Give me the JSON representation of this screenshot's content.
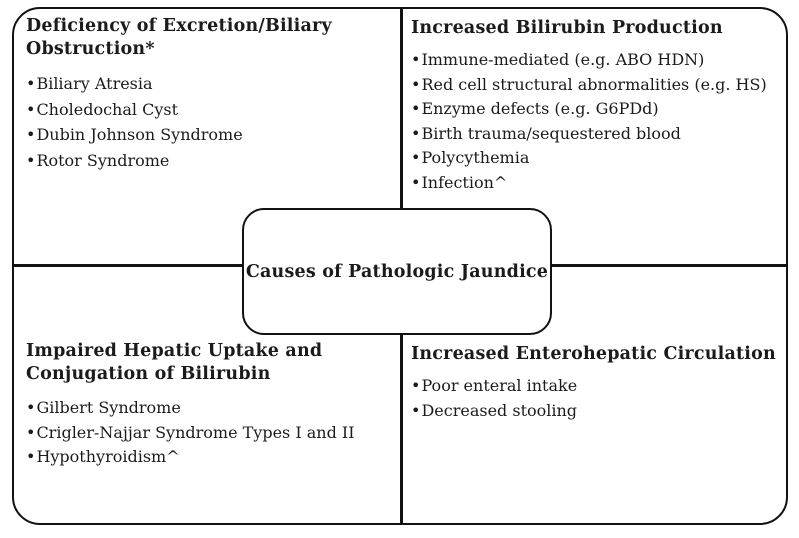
{
  "diagram": {
    "bullet_char": "•",
    "colors": {
      "border": "#121212",
      "background": "#ffffff",
      "text": "#1b1b1b"
    },
    "center": {
      "title": "Causes of Pathologic Jaundice"
    },
    "quadrants": {
      "top_left": {
        "title": "Deficiency of Excretion/Biliary Obstruction*",
        "items": [
          "Biliary Atresia",
          "Choledochal Cyst",
          "Dubin Johnson Syndrome",
          "Rotor Syndrome"
        ]
      },
      "top_right": {
        "title": "Increased Bilirubin Production",
        "items": [
          "Immune-mediated (e.g. ABO HDN)",
          "Red cell structural abnormalities (e.g. HS)",
          "Enzyme defects (e.g. G6PDd)",
          "Birth trauma/sequestered blood",
          "Polycythemia",
          "Infection^"
        ]
      },
      "bottom_left": {
        "title": "Impaired Hepatic Uptake and Conjugation of Bilirubin",
        "items": [
          "Gilbert Syndrome",
          "Crigler-Najjar Syndrome Types I and II",
          "Hypothyroidism^"
        ]
      },
      "bottom_right": {
        "title": "Increased Enterohepatic Circulation",
        "items": [
          "Poor enteral intake",
          "Decreased stooling"
        ]
      }
    }
  }
}
